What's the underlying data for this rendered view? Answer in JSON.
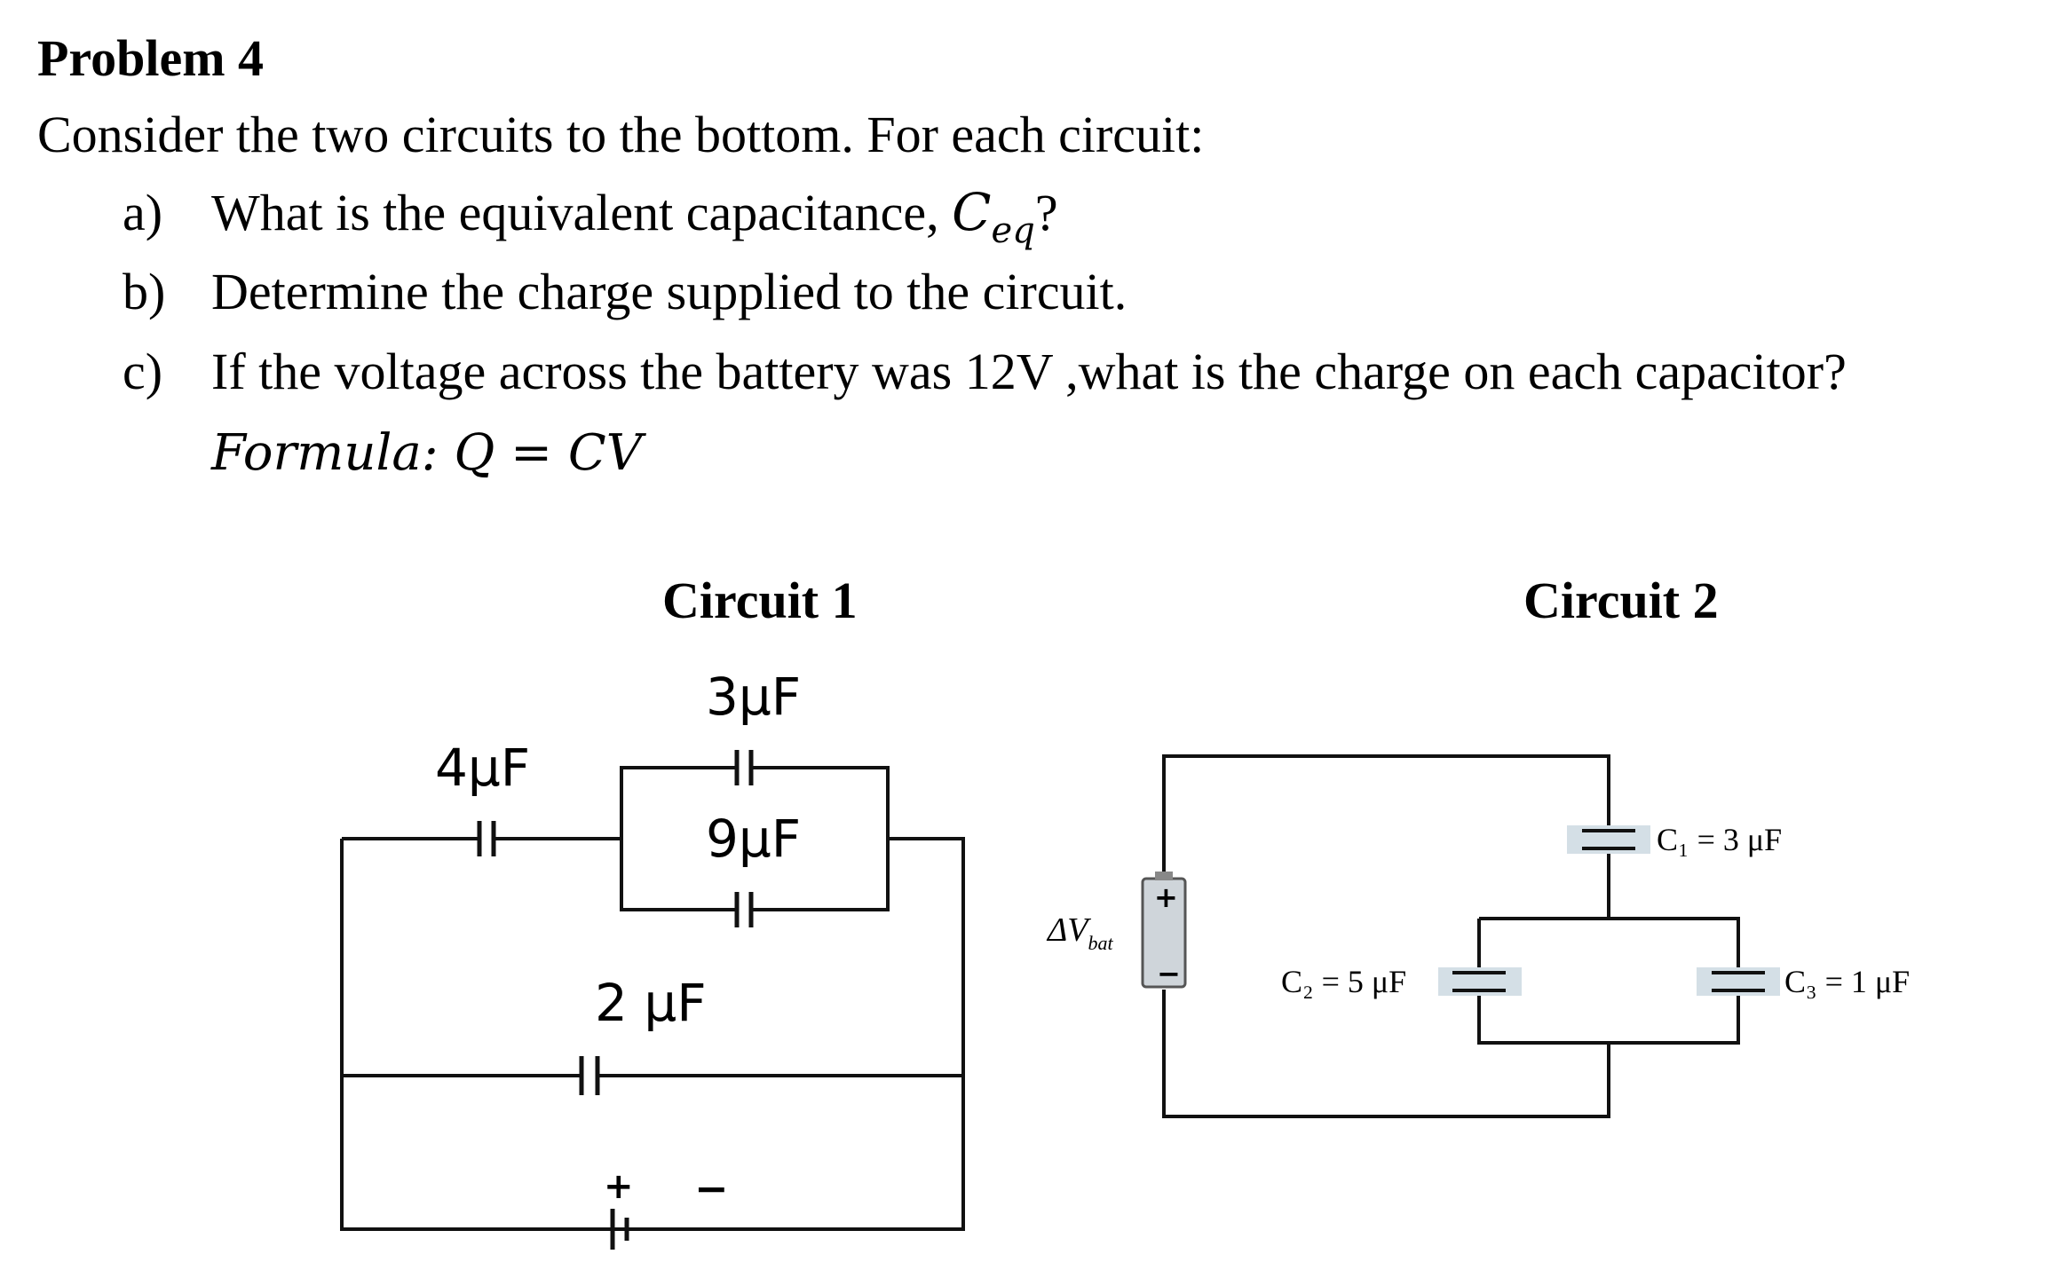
{
  "problem": {
    "title": "Problem 4",
    "intro": "Consider the two circuits to the bottom. For each circuit:",
    "items": [
      {
        "label": "a)",
        "text": "What is the  equivalent capacitance, ",
        "math": "C",
        "sub": "eq",
        "tail": "?"
      },
      {
        "label": "b)",
        "text": "Determine the charge supplied to the circuit."
      },
      {
        "label": "c)",
        "text": "If the voltage across the battery was 12V ,what is the charge on each capacitor?"
      }
    ],
    "formula": "Formula: Q = CV"
  },
  "circuit1": {
    "title": "Circuit 1",
    "labels": {
      "c3": "3μF",
      "c4": "4μF",
      "c9": "9μF",
      "c2": "2 μF",
      "plus": "+",
      "minus": "−"
    }
  },
  "circuit2": {
    "title": "Circuit 2",
    "labels": {
      "vbat": "ΔV",
      "vbat_sub": "bat",
      "c1": "C₁ = 3 μF",
      "c2": "C₂ = 5 μF",
      "c3": "C₃ = 1 μF",
      "plus": "+",
      "minus": "−"
    }
  },
  "colors": {
    "wire": "#111111",
    "highlight": "#d4dfe6",
    "battery": "#cfd5da"
  }
}
